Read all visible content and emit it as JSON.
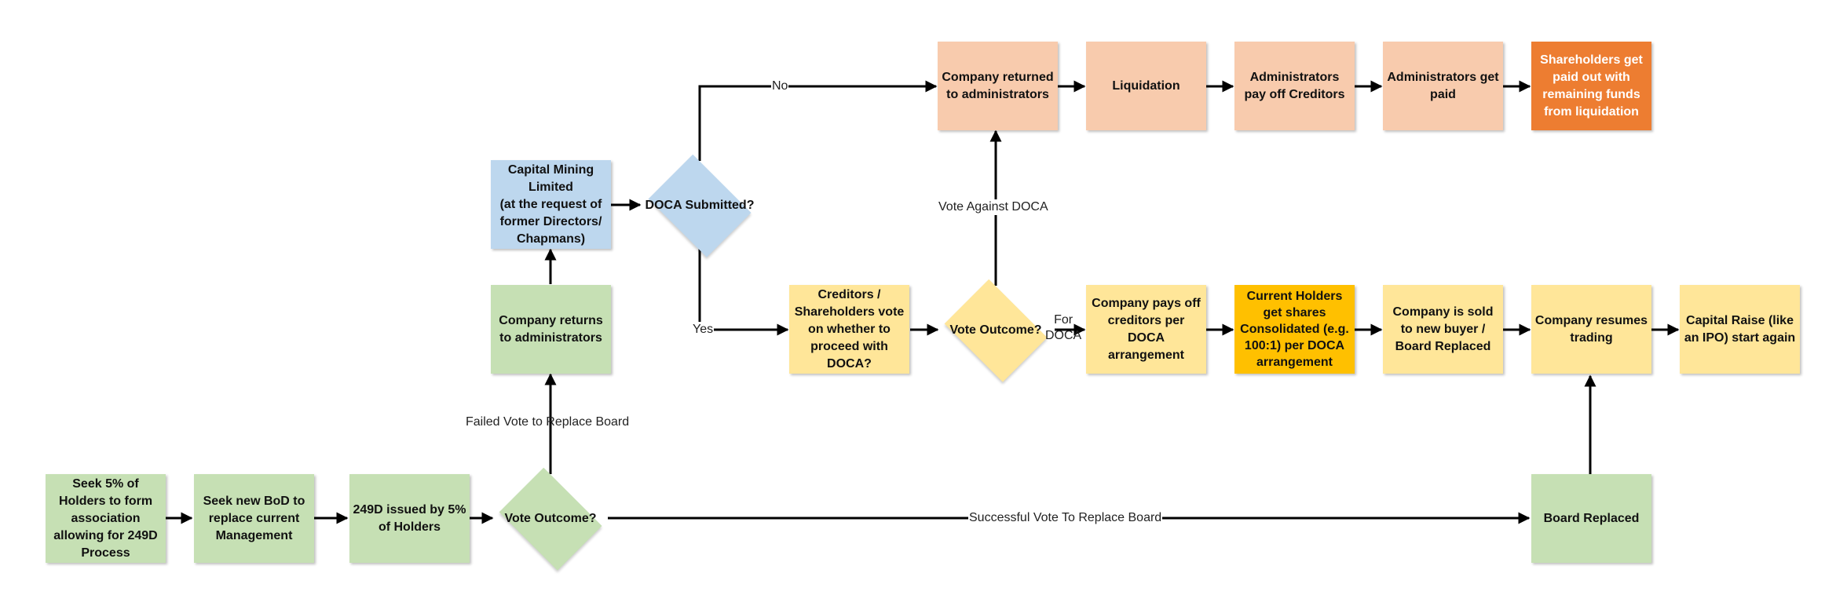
{
  "diagram": {
    "nodes": {
      "seek_holders": "Seek 5% of Holders to form association allowing for 249D Process",
      "seek_bod": "Seek new BoD to replace current Management",
      "issued_249d": "249D issued by 5% of Holders",
      "vote_outcome_1": "Vote Outcome?",
      "company_returns_admin": "Company returns to administrators",
      "capital_mining": "Capital Mining Limited\n(at the request of former Directors/ Chapmans)",
      "doca_submitted": "DOCA Submitted?",
      "creditors_vote": "Creditors / Shareholders vote on whether to proceed with DOCA?",
      "vote_outcome_2": "Vote Outcome?",
      "company_returned_admin": "Company returned to administrators",
      "liquidation": "Liquidation",
      "admin_pay_creditors": "Administrators pay off Creditors",
      "admin_get_paid": "Administrators get paid",
      "shareholders_paid": "Shareholders get paid out with remaining funds from liquidation",
      "company_pays_creditors": "Company pays off creditors per DOCA arrangement",
      "holders_consolidated": "Current Holders get shares Consolidated (e.g. 100:1) per DOCA arrangement",
      "company_sold": "Company is sold to new buyer / Board Replaced",
      "resumes_trading": "Company resumes trading",
      "capital_raise": "Capital Raise (like an IPO) start again",
      "board_replaced": "Board Replaced"
    },
    "edge_labels": {
      "failed_vote": "Failed Vote to Replace Board",
      "successful_vote": "Successful Vote To Replace Board",
      "no": "No",
      "yes": "Yes",
      "vote_against": "Vote Against DOCA",
      "for_doca": "For\nDOCA"
    }
  }
}
